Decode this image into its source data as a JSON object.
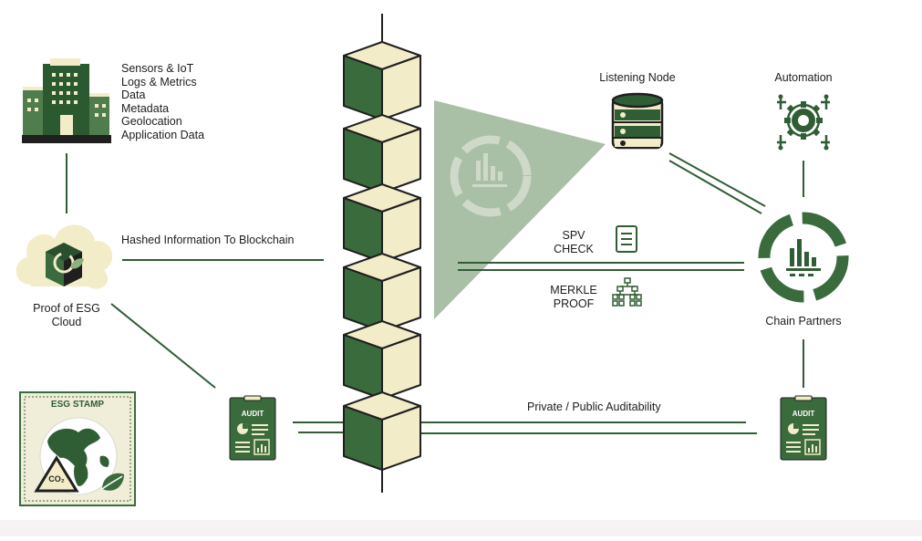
{
  "sources": {
    "items": [
      "Sensors & IoT",
      "Logs & Metrics",
      "Data",
      "Metadata",
      "Geolocation",
      "Application Data"
    ]
  },
  "cloud_label": [
    "Proof of ESG",
    "Cloud"
  ],
  "hashed_label": "Hashed Information To Blockchain",
  "listening_node_label": "Listening Node",
  "automation_label": "Automation",
  "spv_label": [
    "SPV",
    "CHECK"
  ],
  "merkle_label": [
    "MERKLE",
    "PROOF"
  ],
  "chain_partners_label": "Chain Partners",
  "auditability_label": "Private / Public Auditability",
  "audit_badge": "AUDIT",
  "stamp": {
    "title": "ESG STAMP",
    "co2": "CO₂"
  },
  "colors": {
    "dark_green": "#2f5e34",
    "mid_green": "#3a6b3c",
    "cream": "#f2ecc9",
    "sage": "#a9bfa6"
  }
}
